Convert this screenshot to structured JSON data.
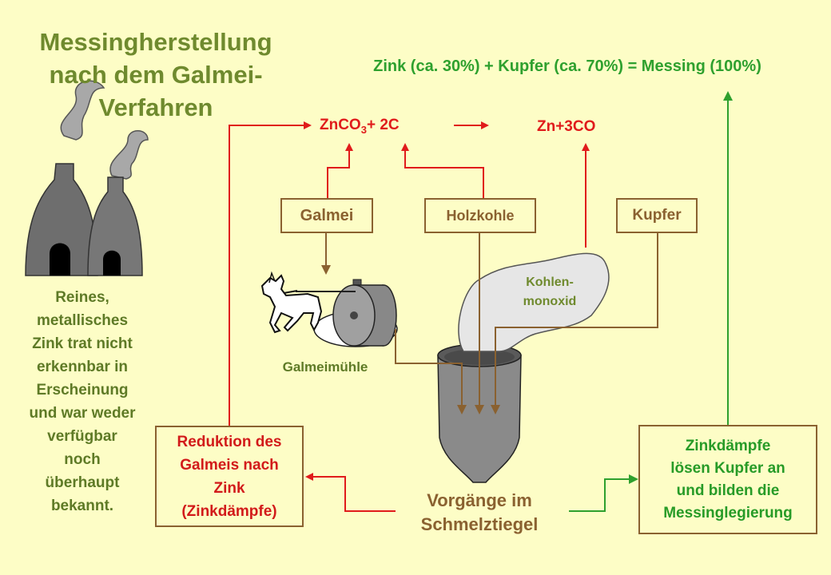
{
  "title": {
    "line1": "Messingherstellung",
    "line2": "nach dem Galmei-",
    "line3": "Verfahren"
  },
  "equation": "Zink (ca. 30%) + Kupfer (ca. 70%) = Messing (100%)",
  "reaction": {
    "reactant_main": "ZnCO",
    "reactant_sub": "3",
    "reactant_rest": "+ 2C",
    "product": "Zn+3CO"
  },
  "inputs": {
    "galmei": "Galmei",
    "holzkohle": "Holzkohle",
    "kupfer": "Kupfer"
  },
  "left_note": [
    "Reines,",
    "metallisches",
    "Zink trat nicht",
    "erkennbar in",
    "Erscheinung",
    "und war weder",
    "verfügbar",
    "noch",
    "überhaupt",
    "bekannt."
  ],
  "galmeimuehle": "Galmeimühle",
  "gas_cloud": {
    "line1": "Kohlen-",
    "line2": "monoxid"
  },
  "reduktion_box": [
    "Reduktion des",
    "Galmeis nach",
    "Zink",
    "(Zinkdämpfe)"
  ],
  "zinkdaempfe_box": [
    "Zinkdämpfe",
    "lösen Kupfer an",
    "und bilden die",
    "Messinglegierung"
  ],
  "vorgaenge": {
    "line1": "Vorgänge im",
    "line2": "Schmelztiegel"
  },
  "colors": {
    "background": "#fdfdc6",
    "title": "#6f8a2e",
    "red_flow": "#e01b1b",
    "green_flow": "#2ea02e",
    "brown_flow": "#8a6130"
  }
}
